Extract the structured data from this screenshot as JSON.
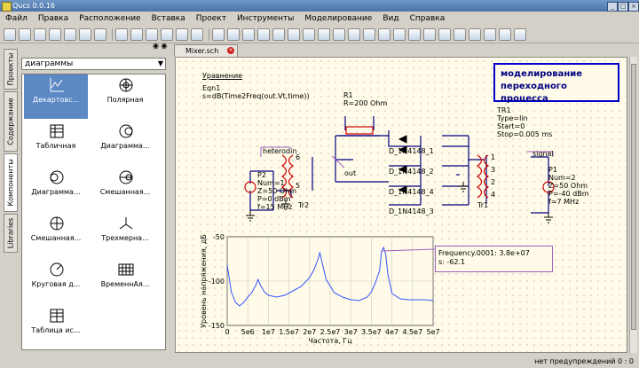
{
  "window": {
    "title": "Qucs 0.0.16"
  },
  "menu": [
    "Файл",
    "Правка",
    "Расположение",
    "Вставка",
    "Проект",
    "Инструменты",
    "Моделирование",
    "Вид",
    "Справка"
  ],
  "panel": {
    "close_glyphs": "◉ ◉",
    "tabs": [
      "Проекты",
      "Содержание",
      "Компоненты",
      "Libraries"
    ],
    "category": "диаграммы",
    "components": [
      "Декартовс...",
      "Полярная",
      "Табличная",
      "Диаграмма...",
      "Диаграмма...",
      "Смешанная...",
      "Смешанная...",
      "Трехмерна...",
      "Круговая д...",
      "ВременнАя...",
      "Таблица ис..."
    ]
  },
  "document": {
    "tab": "Mixer.sch"
  },
  "schematic": {
    "eq_header": "Уравнение",
    "eq_name": "Eqn1",
    "eq_expr": "s=dB(Time2Freq(out.Vt,time))",
    "title_line1": "моделирование",
    "title_line2": "переходного процесса",
    "r1_name": "R1",
    "r1_value": "R=200 Ohm",
    "tr1": [
      "TR1",
      "Type=lin",
      "Start=0",
      "Stop=0.005 ms"
    ],
    "p2": [
      "P2",
      "Num=1",
      "Z=50 Ohm",
      "P=0 dBm",
      "f=15 MHz"
    ],
    "p1": [
      "P1",
      "Num=2",
      "Z=50 Ohm",
      "P=-40 dBm",
      "f=7 MHz"
    ],
    "label_heterodin": "heterodin",
    "label_signal": "signal",
    "label_out": "out",
    "tr2_label": "Tr2",
    "tr1_label": "Tr1",
    "diodes": [
      "D_1N4148_1",
      "D_1N4148_2",
      "D_1N4148_4",
      "D_1N4148_3"
    ],
    "pins": [
      "1",
      "2",
      "3",
      "4",
      "5",
      "6"
    ]
  },
  "marker": {
    "line1": "Frequency.0001: 3.8e+07",
    "line2": "s: -62.1"
  },
  "statusbar": {
    "text": "нет предупреждений 0 : 0"
  },
  "chart_data": {
    "type": "line",
    "title": "",
    "xlabel": "Частота, Гц",
    "ylabel": "Уровень напряжения, дБ",
    "xlim": [
      0,
      50000000
    ],
    "ylim": [
      -50,
      -150
    ],
    "x_ticks": [
      0,
      5000000,
      10000000,
      15000000,
      20000000,
      25000000,
      30000000,
      35000000,
      40000000,
      45000000,
      50000000
    ],
    "x_tick_labels": [
      "0",
      "5e6",
      "1e7",
      "1.5e7",
      "2e7",
      "2.5e7",
      "3e7",
      "3.5e7",
      "4e7",
      "4.5e7",
      "5e7"
    ],
    "y_ticks": [
      -50,
      -100,
      -150
    ],
    "y_tick_labels": [
      "-50",
      "-100",
      "-150"
    ],
    "series": [
      {
        "color": "#3355ff",
        "x": [
          0,
          1000000,
          2000000,
          3000000,
          4000000,
          5000000,
          6000000,
          7000000,
          7500000,
          8000000,
          9000000,
          10000000,
          12000000,
          14000000,
          16000000,
          18000000,
          20000000,
          21000000,
          22000000,
          22500000,
          23000000,
          24000000,
          26000000,
          28000000,
          30000000,
          32000000,
          34000000,
          35000000,
          36000000,
          37000000,
          37500000,
          38000000,
          38500000,
          39000000,
          40000000,
          42000000,
          44000000,
          46000000,
          48000000,
          50000000
        ],
        "y": [
          -82,
          -112,
          -124,
          -128,
          -124,
          -118,
          -113,
          -104,
          -98,
          -104,
          -112,
          -116,
          -118,
          -116,
          -111,
          -106,
          -96,
          -88,
          -76,
          -68,
          -78,
          -98,
          -113,
          -118,
          -121,
          -122,
          -118,
          -112,
          -102,
          -88,
          -66,
          -62,
          -70,
          -92,
          -114,
          -120,
          -121,
          -121,
          -121,
          -122
        ]
      }
    ],
    "grid": true
  }
}
